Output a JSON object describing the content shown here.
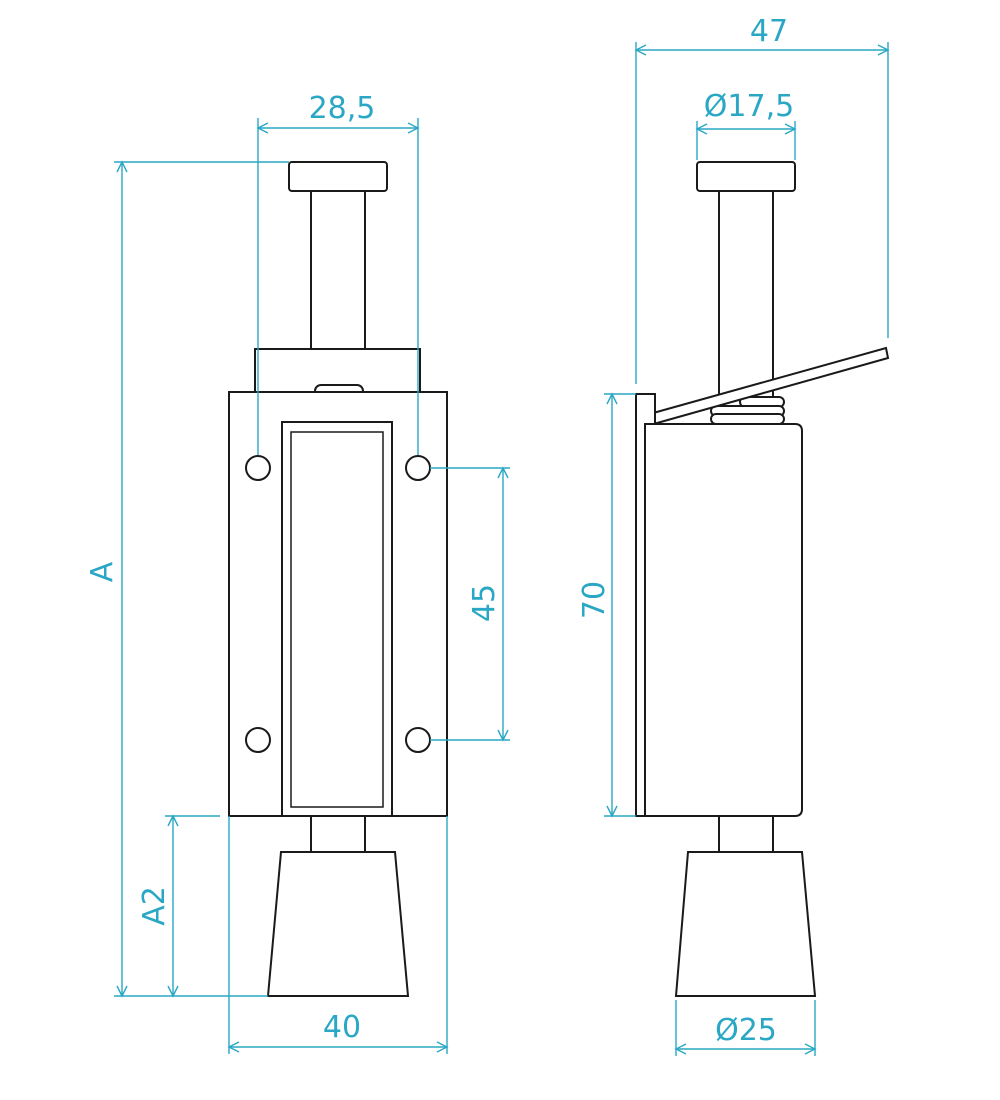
{
  "colors": {
    "line": "#1a1a1a",
    "dimension": "#2aa7c4",
    "background": "#ffffff"
  },
  "dimensions": {
    "width_28_5": "28,5",
    "total_47": "47",
    "diameter_17_5": "Ø17,5",
    "height_A": "A",
    "spacing_45": "45",
    "height_70": "70",
    "height_A2": "A2",
    "width_40": "40",
    "diameter_25": "Ø25"
  }
}
